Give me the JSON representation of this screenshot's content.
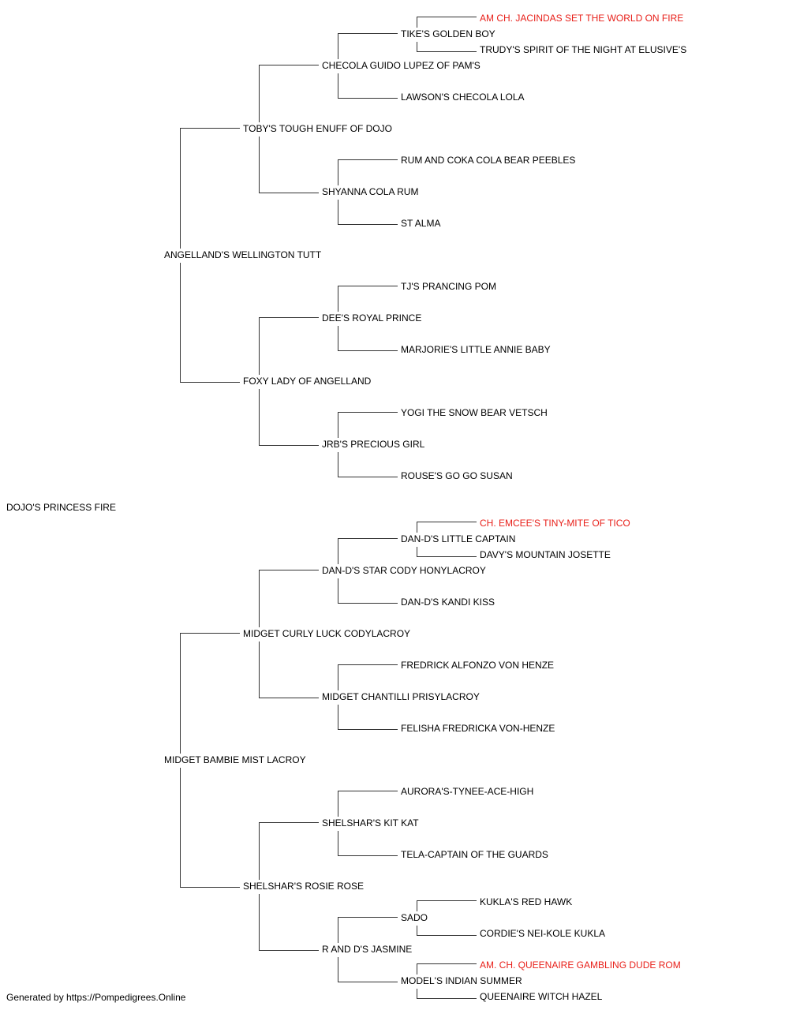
{
  "subject": "DOJO'S PRINCESS FIRE",
  "footer": "Generated by https://Pompedigrees.Online",
  "colors": {
    "champion": "#e8201a",
    "normal": "#000000",
    "line": "#333333"
  },
  "pedigree": {
    "sire": "ANGELLAND'S WELLINGTON TUTT",
    "dam": "MIDGET BAMBIE MIST LACROY",
    "sire_sire": "TOBY'S TOUGH ENUFF OF DOJO",
    "sire_dam": "FOXY LADY OF ANGELLAND",
    "dam_sire": "MIDGET CURLY LUCK CODYLACROY",
    "dam_dam": "SHELSHAR'S ROSIE ROSE",
    "ss_sire": "CHECOLA GUIDO LUPEZ OF PAM'S",
    "ss_dam": "SHYANNA COLA RUM",
    "sd_sire": "DEE'S ROYAL PRINCE",
    "sd_dam": "JRB'S PRECIOUS GIRL",
    "ds_sire": "DAN-D'S STAR CODY HONYLACROY",
    "ds_dam": "MIDGET CHANTILLI PRISYLACROY",
    "dd_sire": "SHELSHAR'S KIT KAT",
    "dd_dam": "R AND D'S JASMINE",
    "g4_1": "TIKE'S GOLDEN BOY",
    "g4_2": "LAWSON'S CHECOLA LOLA",
    "g4_3": "RUM AND COKA COLA BEAR PEEBLES",
    "g4_4": "ST ALMA",
    "g4_5": "TJ'S PRANCING POM",
    "g4_6": "MARJORIE'S LITTLE ANNIE BABY",
    "g4_7": "YOGI THE SNOW BEAR VETSCH",
    "g4_8": "ROUSE'S GO GO SUSAN",
    "g4_9": "DAN-D'S LITTLE CAPTAIN",
    "g4_10": "DAN-D'S KANDI KISS",
    "g4_11": "FREDRICK ALFONZO VON HENZE",
    "g4_12": "FELISHA FREDRICKA VON-HENZE",
    "g4_13": "AURORA'S-TYNEE-ACE-HIGH",
    "g4_14": "TELA-CAPTAIN OF THE GUARDS",
    "g4_15": "SADO",
    "g4_16": "MODEL'S INDIAN SUMMER",
    "g5_1": "AM CH. JACINDAS SET THE WORLD ON FIRE",
    "g5_2": "TRUDY'S SPIRIT OF THE NIGHT AT ELUSIVE'S",
    "g5_3": "CH. EMCEE'S TINY-MITE OF TICO",
    "g5_4": "DAVY'S MOUNTAIN JOSETTE",
    "g5_5": "KUKLA'S RED HAWK",
    "g5_6": "CORDIE'S NEI-KOLE KUKLA",
    "g5_7": "AM. CH. QUEENAIRE GAMBLING DUDE ROM",
    "g5_8": "QUEENAIRE WITCH HAZEL"
  },
  "champion_keys": [
    "g5_1",
    "g5_3",
    "g5_7"
  ]
}
